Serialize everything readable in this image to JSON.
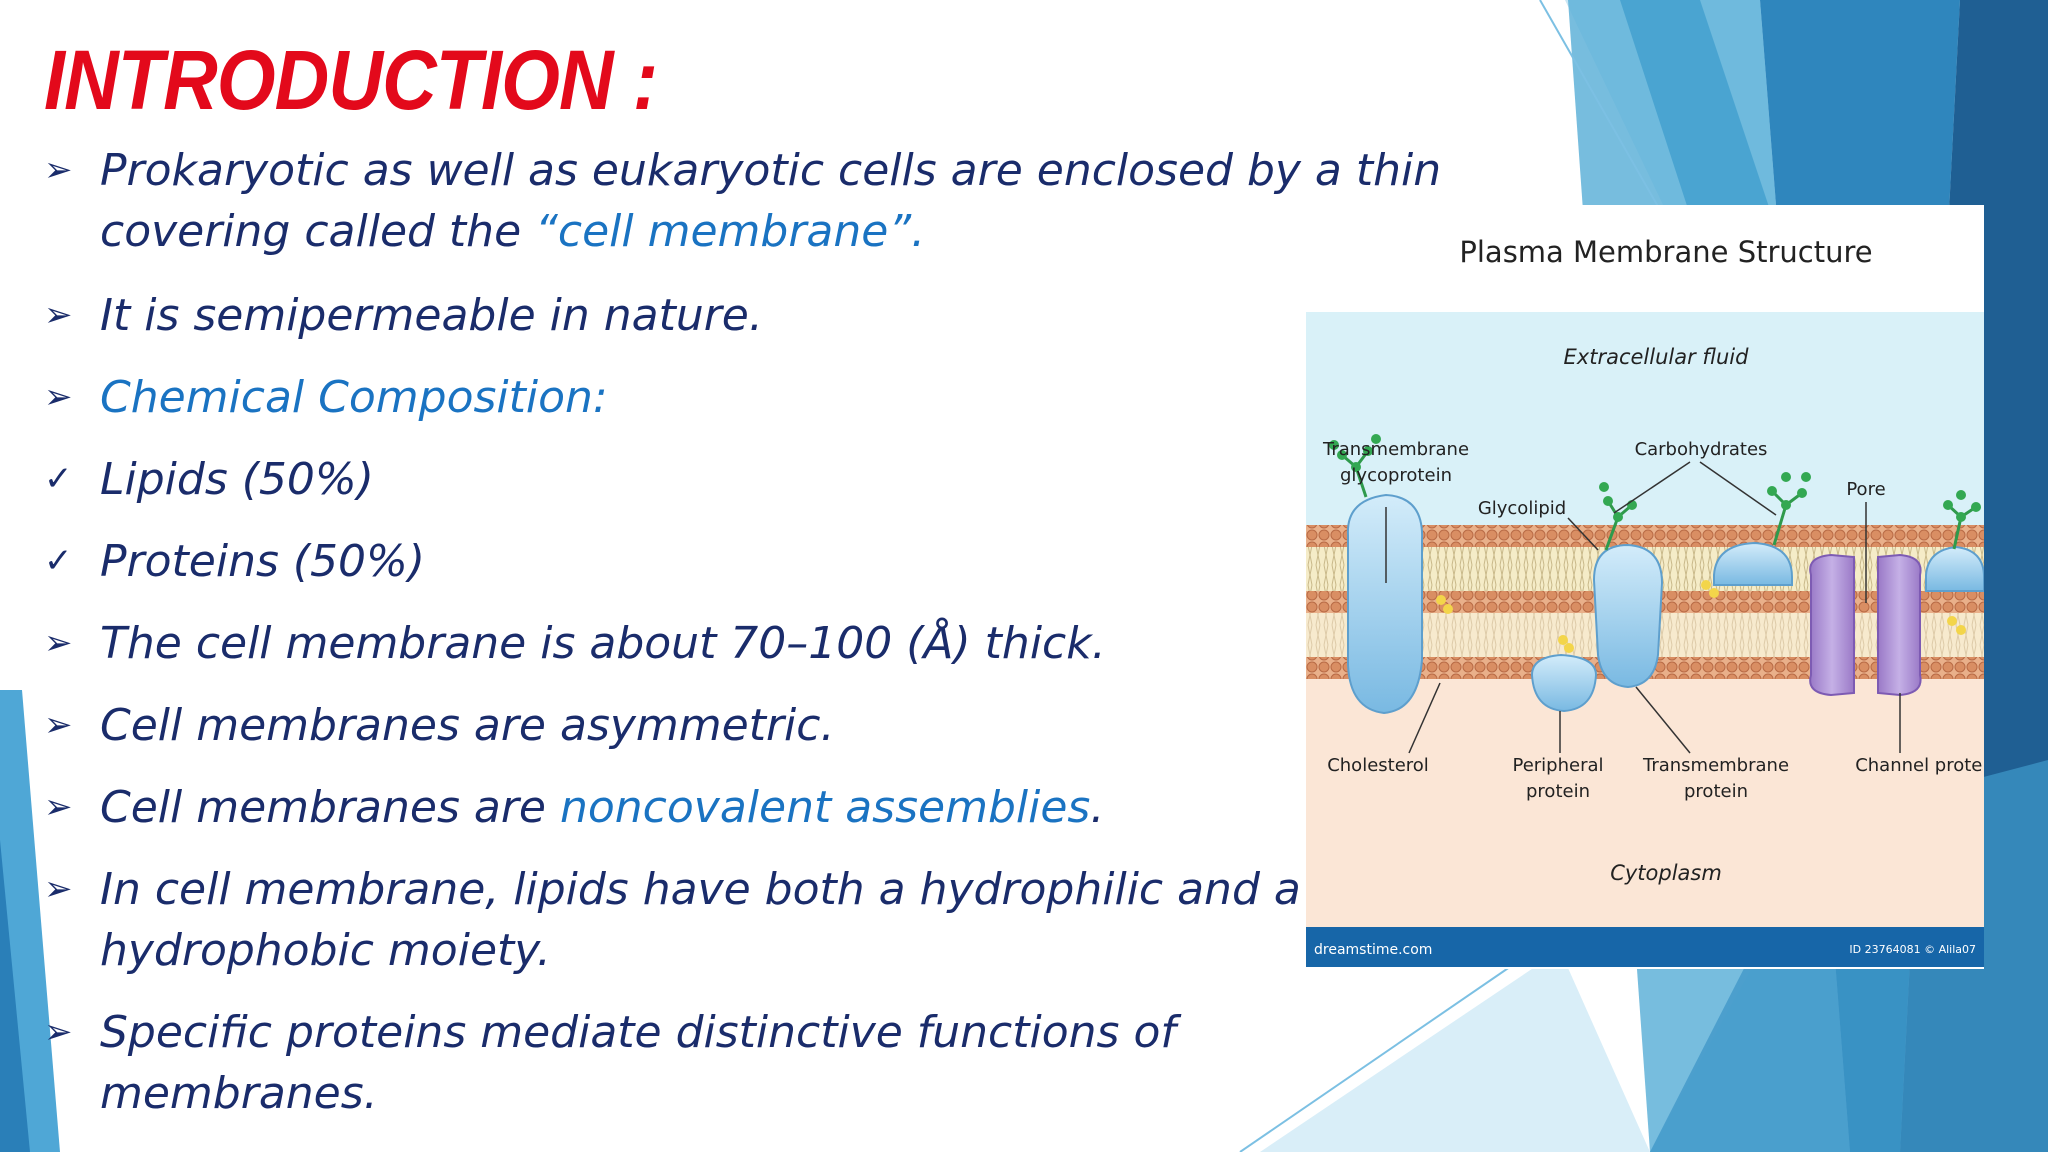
{
  "colors": {
    "title": "#e3091b",
    "body_text": "#1a2c6b",
    "highlight": "#1a73c2",
    "accent_blue": "#2e86c1",
    "diagram_bar": "#1766a8"
  },
  "slide": {
    "title": "INTRODUCTION :",
    "bullets": [
      {
        "marker": "arrow",
        "lines": [
          [
            {
              "text": "Prokaryotic as well as eukaryotic cells are enclosed by a thin",
              "style": "normal"
            }
          ],
          [
            {
              "text": "covering called the ",
              "style": "normal"
            },
            {
              "text": "“cell membrane”.",
              "style": "highlight"
            }
          ]
        ]
      },
      {
        "marker": "arrow",
        "lines": [
          [
            {
              "text": "It is semipermeable in nature.",
              "style": "normal"
            }
          ]
        ]
      },
      {
        "marker": "arrow",
        "lines": [
          [
            {
              "text": "Chemical Composition:",
              "style": "highlight"
            }
          ]
        ]
      },
      {
        "marker": "check",
        "lines": [
          [
            {
              "text": " Lipids (50%)",
              "style": "normal"
            }
          ]
        ]
      },
      {
        "marker": "check",
        "lines": [
          [
            {
              "text": "Proteins (50%)",
              "style": "normal"
            }
          ]
        ]
      },
      {
        "marker": "arrow",
        "lines": [
          [
            {
              "text": "The cell membrane is about 70–100 (Å) thick.",
              "style": "normal"
            }
          ]
        ]
      },
      {
        "marker": "arrow",
        "lines": [
          [
            {
              "text": "Cell membranes are asymmetric.",
              "style": "normal"
            }
          ]
        ]
      },
      {
        "marker": "arrow",
        "lines": [
          [
            {
              "text": "Cell membranes are ",
              "style": "normal"
            },
            {
              "text": "noncovalent assemblies",
              "style": "highlight"
            },
            {
              "text": ".",
              "style": "normal"
            }
          ]
        ]
      },
      {
        "marker": "arrow",
        "lines": [
          [
            {
              "text": "In cell membrane, lipids have both a hydrophilic and a",
              "style": "normal"
            }
          ],
          [
            {
              "text": "hydrophobic moiety.",
              "style": "normal"
            }
          ]
        ]
      },
      {
        "marker": "arrow",
        "lines": [
          [
            {
              "text": "Specific proteins mediate distinctive functions of",
              "style": "normal"
            }
          ],
          [
            {
              "text": "membranes.",
              "style": "normal"
            }
          ]
        ]
      }
    ]
  },
  "diagram": {
    "title": "Plasma Membrane Structure",
    "extracellular": "Extracellular fluid",
    "cytoplasm": "Cytoplasm",
    "labels": {
      "tm_glyco_1": "Transmembrane",
      "tm_glyco_2": "glycoprotein",
      "carbohydrates": "Carbohydrates",
      "glycolipid": "Glycolipid",
      "pore": "Pore",
      "cholesterol": "Cholesterol",
      "peripheral_1": "Peripheral",
      "peripheral_2": "protein",
      "tm_protein_1": "Transmembrane",
      "tm_protein_2": "protein",
      "channel": "Channel protein"
    },
    "footer_left": "dreamstime.com",
    "footer_right": "ID 23764081 © Alila07"
  }
}
